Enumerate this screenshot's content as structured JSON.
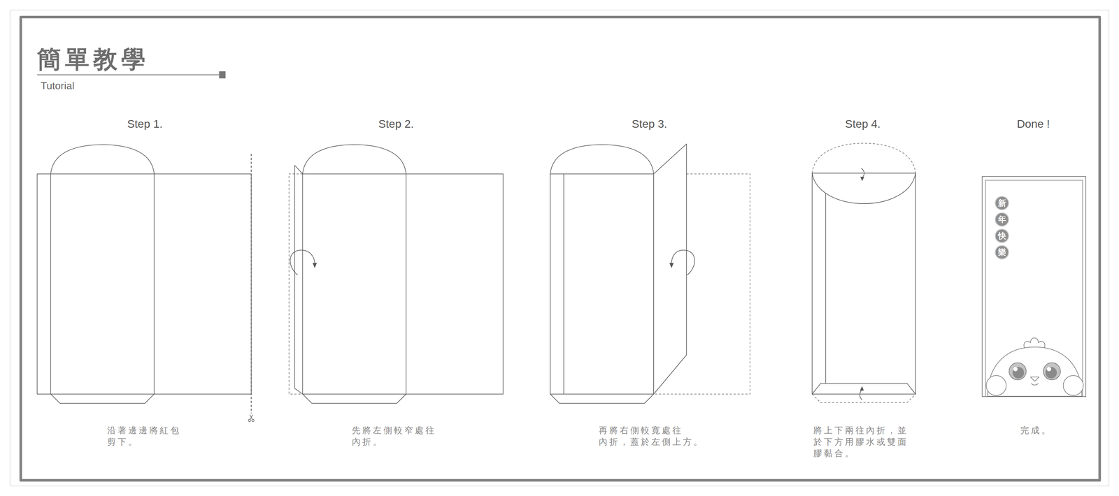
{
  "diagram": {
    "title": "簡單教學",
    "nodes": [
      {
        "text": [
          "新年快樂"
        ]
      }
    ],
    "labels": [
      "Tutorial",
      "Step 1.",
      "Step 2.",
      "Step 3.",
      "Step 4.",
      "Done !",
      "沿著邊邊將紅包 剪下。",
      "先將左側較窄處往 內折。",
      "再將右側較寬處往 內折，蓋於左側上方。",
      "將上下兩往內折，並 於下方用膠水或雙面 膠黏合。",
      "完成。"
    ]
  }
}
